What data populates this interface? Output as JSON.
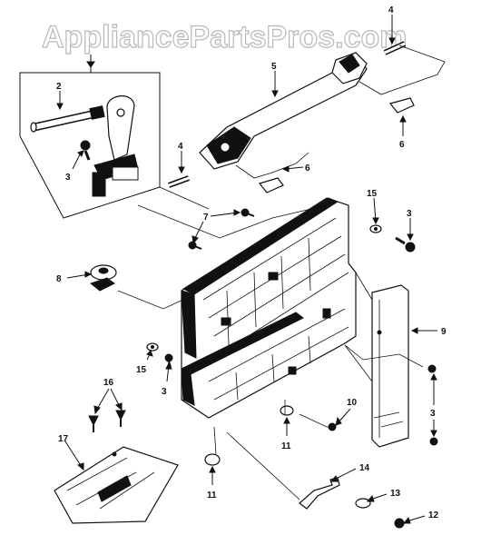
{
  "watermark": "AppliancePartsPros.com",
  "callouts": {
    "c2": "2",
    "c3_top_left": "3",
    "c4_top_right": "4",
    "c4_middle": "4",
    "c5": "5",
    "c6_right": "6",
    "c6_middle": "6",
    "c7": "7",
    "c8": "8",
    "c15_top": "15",
    "c3_top_right": "3",
    "c9": "9",
    "c15_left": "15",
    "c3_left": "3",
    "c3_right": "3",
    "c10": "10",
    "c11_middle": "11",
    "c11_bottom": "11",
    "c16": "16",
    "c17": "17",
    "c14": "14",
    "c13": "13",
    "c12": "12"
  }
}
